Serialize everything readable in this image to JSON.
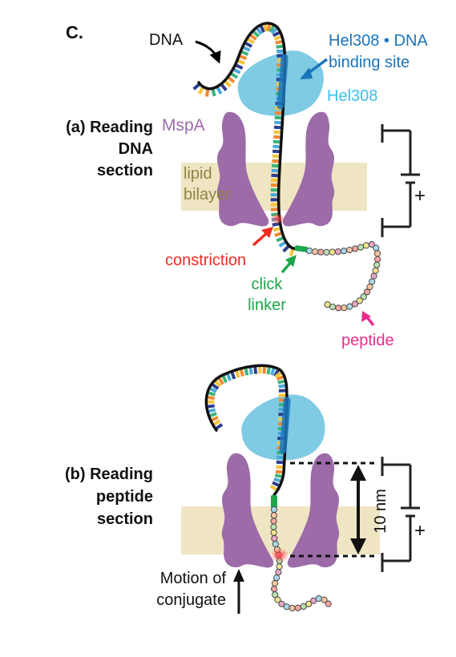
{
  "panel_label": "C.",
  "labels": {
    "dna": "DNA",
    "hel_site_1": "Hel308 • DNA",
    "hel_site_2": "binding site",
    "hel308": "Hel308",
    "mspa": "MspA",
    "lipid_1": "lipid",
    "lipid_2": "bilayer",
    "constriction": "constriction",
    "click_1": "click",
    "click_2": "linker",
    "peptide": "peptide",
    "distance": "10 nm",
    "plus": "+",
    "plus_b": "+",
    "motion_1": "Motion of",
    "motion_2": "conjugate"
  },
  "sections": {
    "a": {
      "line1": "(a) Reading",
      "line2": "DNA",
      "line3": "section"
    },
    "b": {
      "line1": "(b) Reading",
      "line2": "peptide",
      "line3": "section"
    }
  },
  "colors": {
    "mspa": "#9c6ba8",
    "hel308": "#7ecbe3",
    "hel_label": "#3cc0ea",
    "hel_site": "#1b75bb",
    "lipid": "#efe5c3",
    "lipid_text": "#8f8444",
    "constriction": "#ef2b24",
    "click": "#1ea64c",
    "peptide": "#e72e8c",
    "base_colors": [
      "#f2c43c",
      "#4aa8d8",
      "#f08a30",
      "#2e3f8f",
      "#3cb37a"
    ],
    "bead_colors": [
      "#f6c6a0",
      "#a8d8ea",
      "#e7a6c6",
      "#f4e48c",
      "#b8e0b0",
      "#f3a6a0"
    ]
  }
}
